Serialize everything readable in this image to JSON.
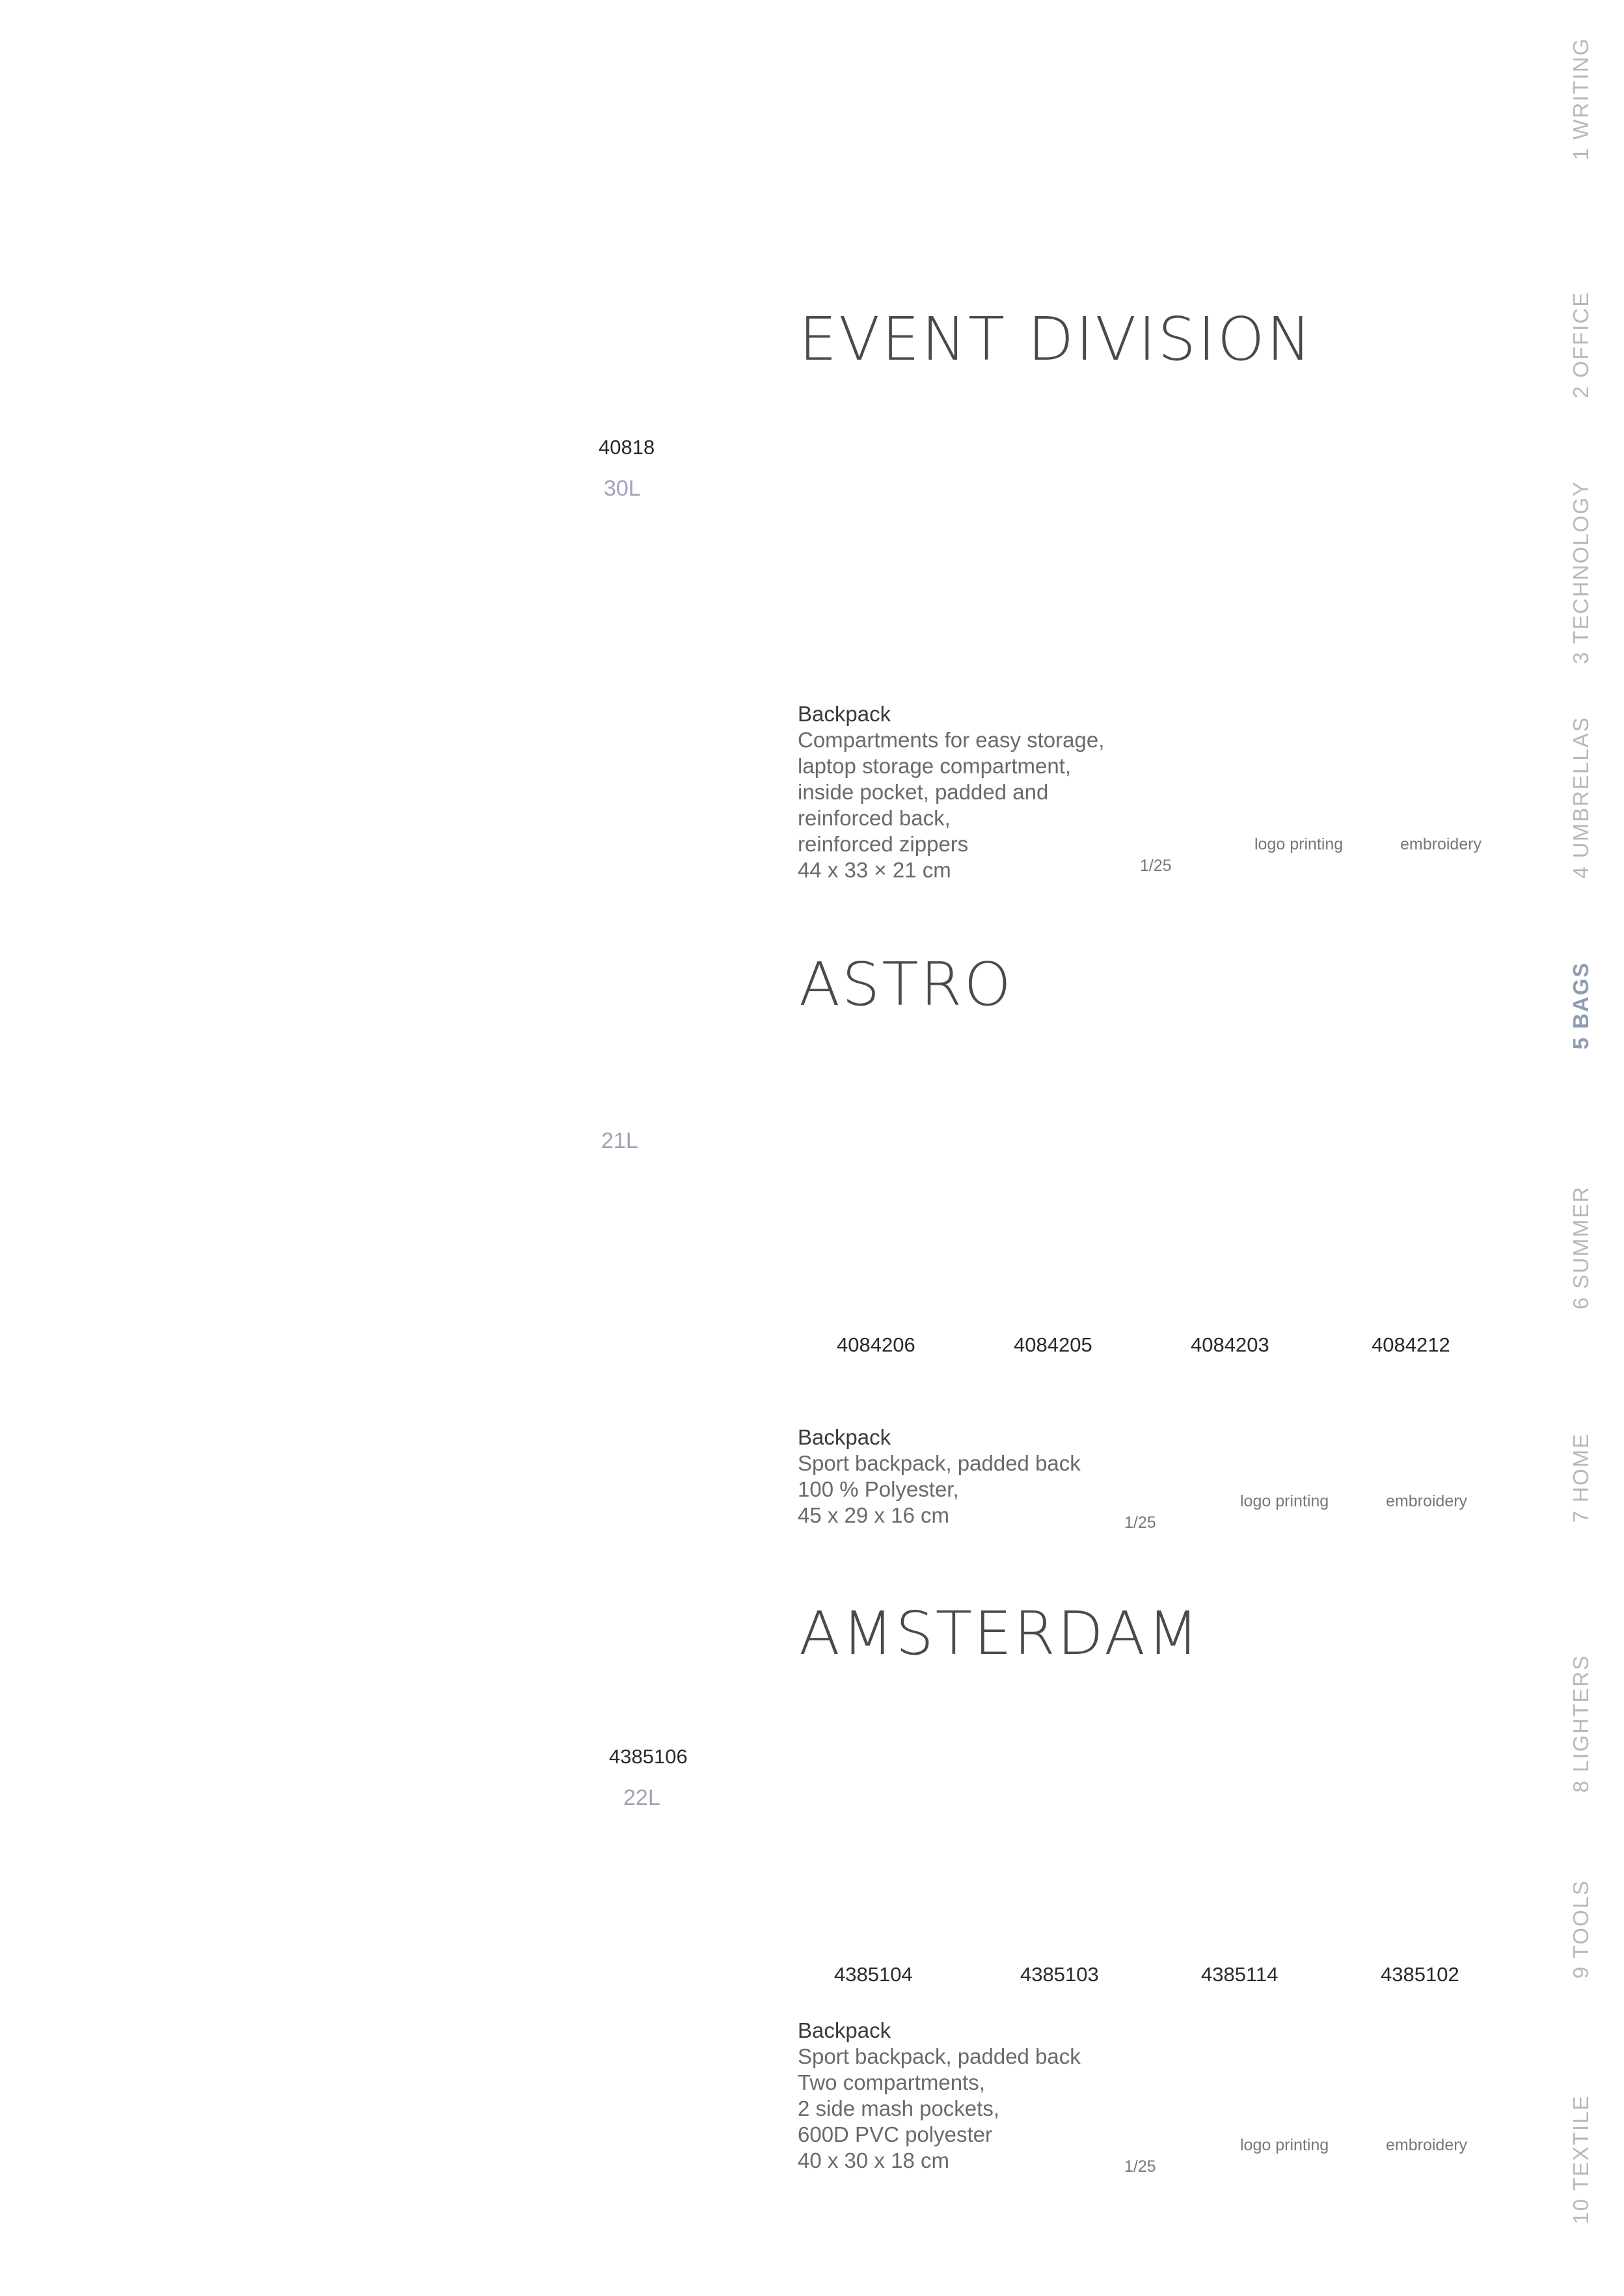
{
  "sections": [
    {
      "title": "EVENT DIVISION",
      "product_code": "40818",
      "colors_badge": "30L",
      "variant_codes": [],
      "description": {
        "heading": "Backpack",
        "lines": [
          "Compartments for easy storage,",
          "laptop storage compartment,",
          "inside pocket, padded and",
          "reinforced back,",
          "reinforced zippers",
          "44 x 33 × 21 cm"
        ]
      },
      "packing": "1/25",
      "printing": [
        "logo printing",
        "embroidery"
      ]
    },
    {
      "title": "ASTRO",
      "colors_badge": "21L",
      "variant_codes": [
        "4084206",
        "4084205",
        "4084203",
        "4084212"
      ],
      "description": {
        "heading": "Backpack",
        "lines": [
          "Sport backpack, padded back",
          "100 % Polyester,",
          "45 x 29 x 16 cm"
        ]
      },
      "packing": "1/25",
      "printing": [
        "logo printing",
        "embroidery"
      ]
    },
    {
      "title": "AMSTERDAM",
      "product_code": "4385106",
      "colors_badge": "22L",
      "variant_codes": [
        "4385104",
        "4385103",
        "4385114",
        "4385102"
      ],
      "description": {
        "heading": "Backpack",
        "lines": [
          "Sport backpack, padded back",
          "Two compartments,",
          "2 side mash pockets,",
          "600D PVC polyester",
          "40 x 30 x 18 cm"
        ]
      },
      "packing": "1/25",
      "printing": [
        "logo printing",
        "embroidery"
      ]
    }
  ],
  "sidebar": {
    "active_index": 4,
    "items": [
      "1 WRITING",
      "2 OFFICE",
      "3 TECHNOLOGY",
      "4 UMBRELLAS",
      "5 BAGS",
      "6 SUMMER",
      "7 HOME",
      "8 LIGHTERS",
      "9 TOOLS",
      "10 TEXTILE"
    ]
  },
  "colors": {
    "title": "#4a4a4a",
    "sidebar_inactive": "#b8b8b8",
    "sidebar_active": "#8e9cb3"
  }
}
